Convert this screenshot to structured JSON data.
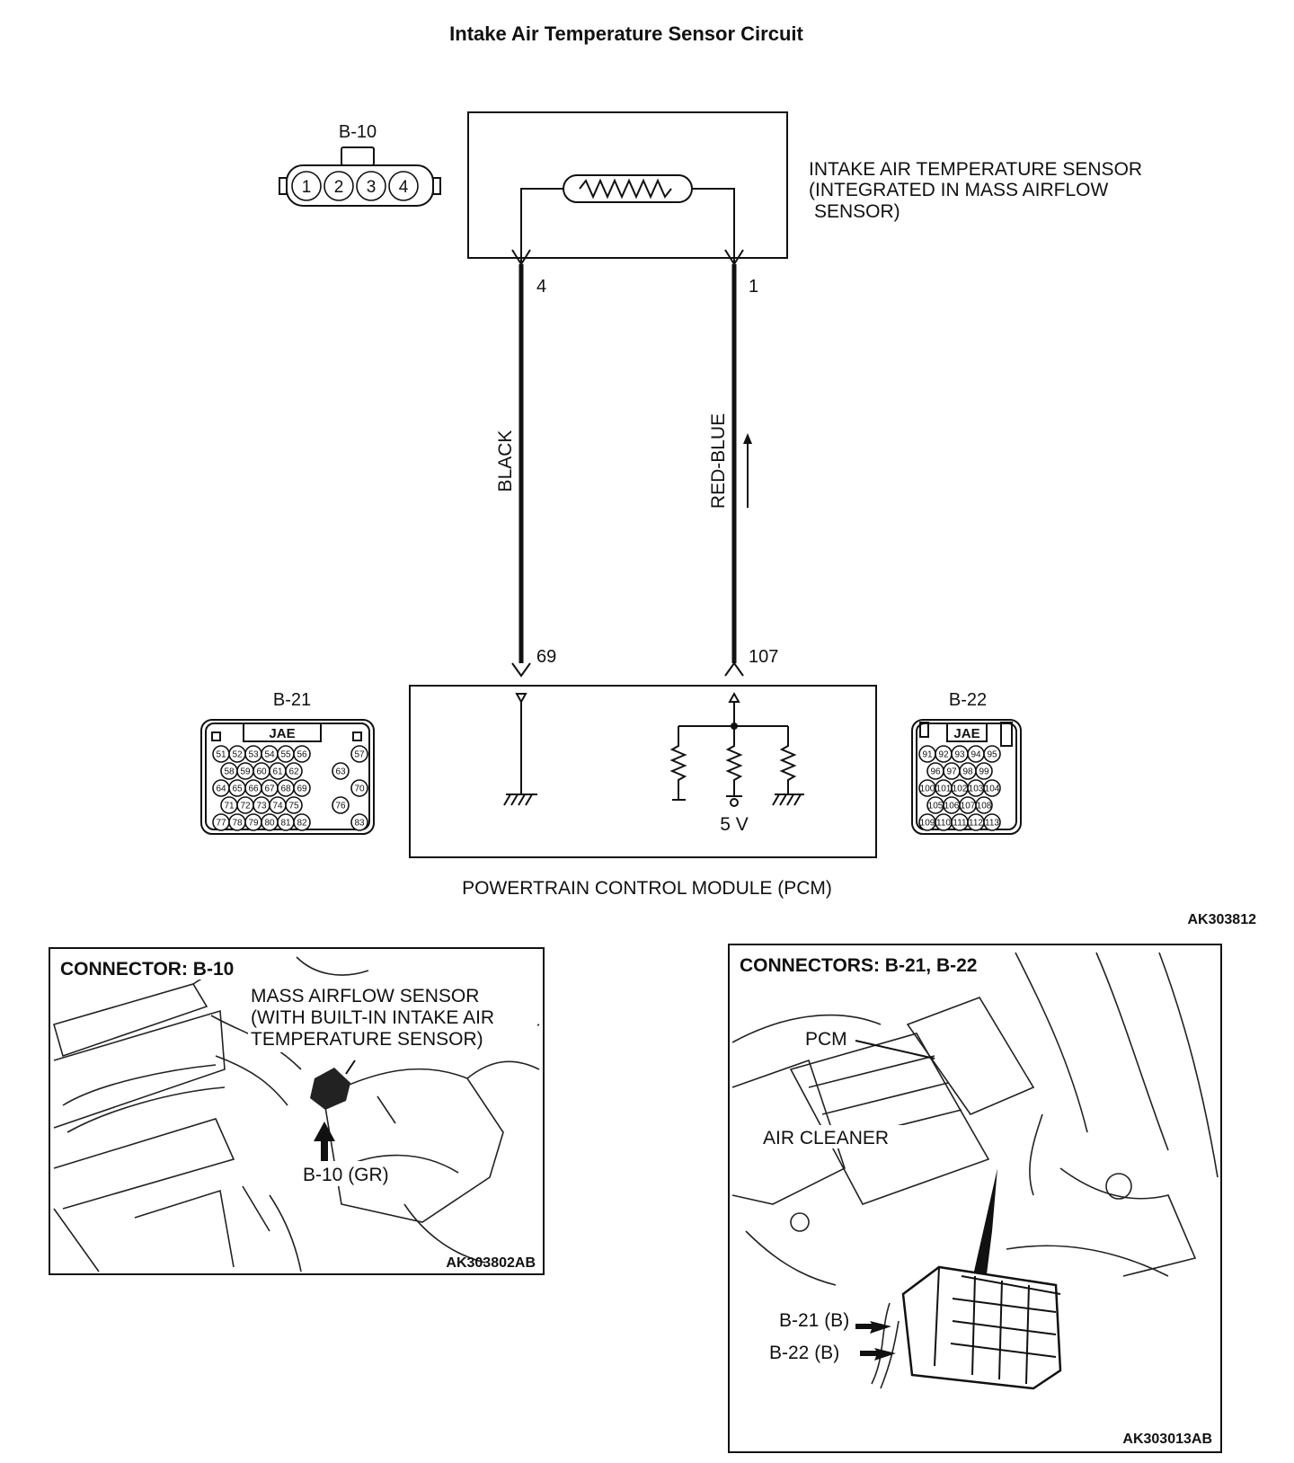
{
  "title": "Intake Air Temperature Sensor Circuit",
  "sensor": {
    "label_line1": "INTAKE AIR TEMPERATURE SENSOR",
    "label_line2": "(INTEGRATED IN MASS AIRFLOW",
    "label_line3": "SENSOR)",
    "connector": "B-10",
    "pins": [
      "1",
      "2",
      "3",
      "4"
    ]
  },
  "wires": [
    {
      "sensor_pin": "4",
      "color": "BLACK",
      "pcm_pin": "69"
    },
    {
      "sensor_pin": "1",
      "color": "RED-BLUE",
      "pcm_pin": "107"
    }
  ],
  "pcm": {
    "label": "POWERTRAIN CONTROL MODULE (PCM)",
    "voltage": "5 V"
  },
  "connector_b21": {
    "name": "B-21",
    "maker": "JAE",
    "rows": [
      [
        "51",
        "52",
        "53",
        "54",
        "55",
        "56",
        "57"
      ],
      [
        "58",
        "59",
        "60",
        "61",
        "62",
        "63"
      ],
      [
        "64",
        "65",
        "66",
        "67",
        "68",
        "69",
        "70"
      ],
      [
        "71",
        "72",
        "73",
        "74",
        "75",
        "76"
      ],
      [
        "77",
        "78",
        "79",
        "80",
        "81",
        "82",
        "83"
      ]
    ]
  },
  "connector_b22": {
    "name": "B-22",
    "maker": "JAE",
    "rows": [
      [
        "91",
        "92",
        "93",
        "94",
        "95"
      ],
      [
        "96",
        "97",
        "98",
        "99"
      ],
      [
        "100",
        "101",
        "102",
        "103",
        "104"
      ],
      [
        "105",
        "106",
        "107",
        "108"
      ],
      [
        "109",
        "110",
        "111",
        "112",
        "113"
      ]
    ]
  },
  "diagram_code": "AK303812",
  "panel_left": {
    "title": "CONNECTOR: B-10",
    "callout_line1": "MASS AIRFLOW SENSOR",
    "callout_line2": "(WITH BUILT-IN INTAKE AIR",
    "callout_line3": "TEMPERATURE SENSOR)",
    "connector_label": "B-10 (GR)",
    "code": "AK303802AB"
  },
  "panel_right": {
    "title": "CONNECTORS: B-21, B-22",
    "pcm_label": "PCM",
    "air_cleaner_label": "AIR CLEANER",
    "b21_label": "B-21 (B)",
    "b22_label": "B-22 (B)",
    "code": "AK303013AB"
  }
}
